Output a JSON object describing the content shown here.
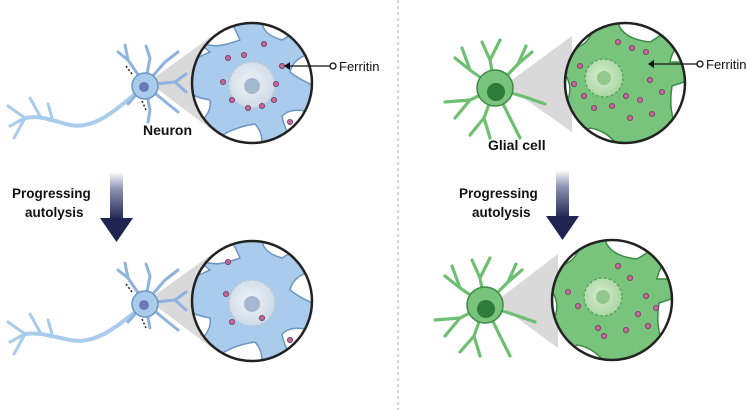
{
  "left_panel": {
    "cell_label": "Neuron",
    "callout_label": "Ferritin",
    "arrow_label_line1": "Progressing",
    "arrow_label_line2": "autolysis"
  },
  "right_panel": {
    "cell_label": "Glial cell",
    "callout_label": "Ferritin",
    "arrow_label_line1": "Progressing",
    "arrow_label_line2": "autolysis"
  },
  "colors": {
    "neuron_fill": "#a9cbec",
    "neuron_stroke": "#6e96c4",
    "glia_fill": "#79c47c",
    "glia_stroke": "#3d8a44",
    "ferritin": "#c06a9a",
    "arrow": "#1f2451",
    "divider": "#b9b9b9"
  }
}
